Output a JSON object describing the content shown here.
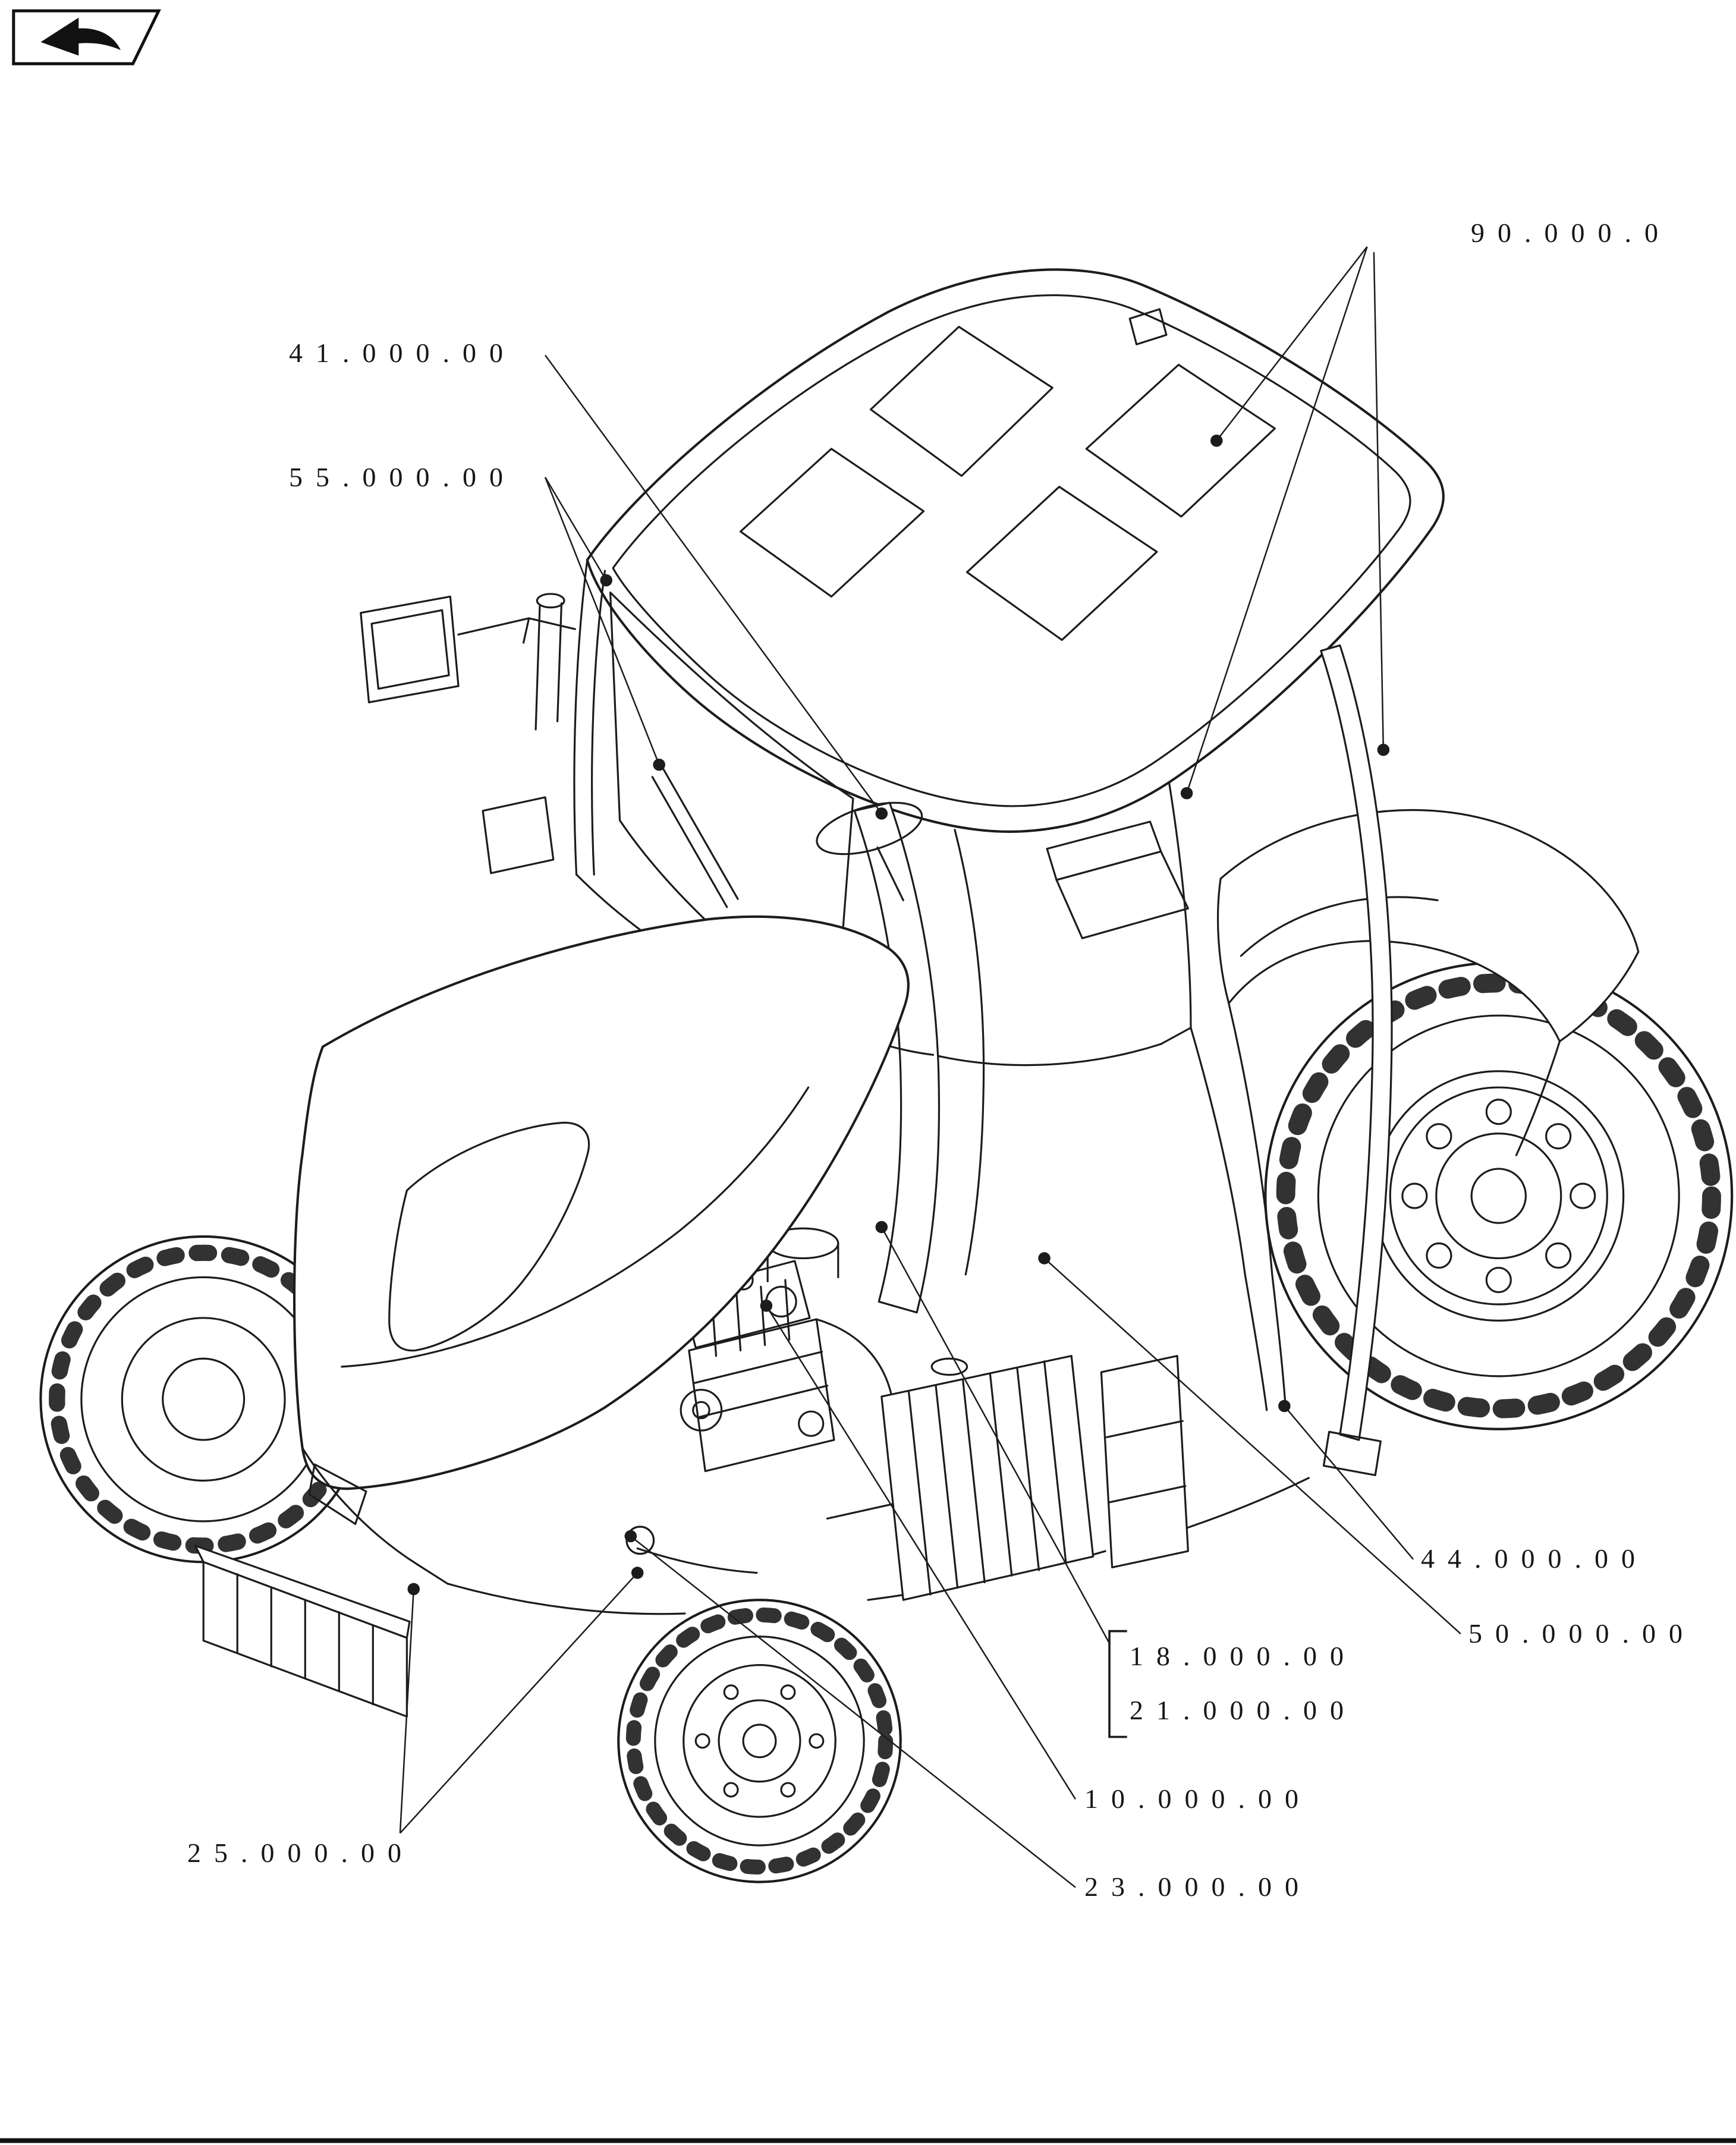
{
  "diagram": {
    "type": "exploded-parts-reference",
    "subject": "tractor-isometric-line-drawing",
    "background": "#ffffff",
    "line_color": "#1c1c1c"
  },
  "toolbar": {
    "nav_icon": "back-arrow-icon"
  },
  "callouts": {
    "c90": "90.000.0",
    "c41": "41.000.00",
    "c55": "55.000.00",
    "c44": "44.000.00",
    "c50": "50.000.00",
    "c18": "18.000.00",
    "c21": "21.000.00",
    "c10": "10.000.00",
    "c23": "23.000.00",
    "c25": "25.000.00"
  }
}
